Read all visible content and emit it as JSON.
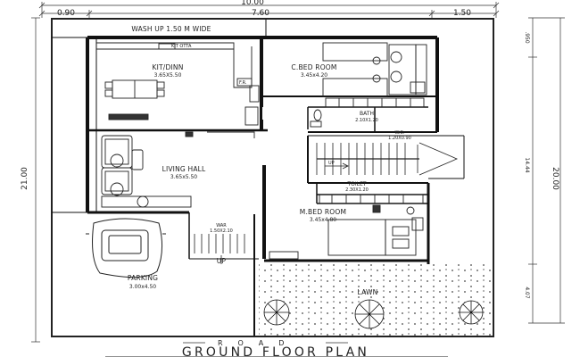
{
  "dimensions": {
    "overall_width": "10.00",
    "left_margin": "0.90",
    "main_width": "7.60",
    "right_margin": "1.50",
    "left_depth": "21.00",
    "right_depth": "20.00",
    "right_top": ".950",
    "right_mid": "14.44",
    "right_bottom": "4.07"
  },
  "rooms": {
    "wash_up": "WASH UP 1.50 M WIDE",
    "kit_otta": "KIT OTTA",
    "kitchen_name": "KIT/DINN",
    "kitchen_size": "3.65X5.50",
    "fr": "F.R.",
    "c_bed_name": "C.BED ROOM",
    "c_bed_size": "3.45x4.20",
    "bath_name": "BATH",
    "bath_size": "2.10X1.20",
    "wc_name": "W.C.",
    "wc_size": "1.20X0.90",
    "living_name": "LIVING HALL",
    "living_size": "3.65x5.50",
    "up_stair": "UP",
    "toilet_name": "TOILET",
    "toilet_size": "2.30X1.20",
    "m_bed_name": "M.BED ROOM",
    "m_bed_size": "3.45x4.80",
    "war_name": "WAR",
    "war_size": "1.50X2.10",
    "up_entry": "UP",
    "parking_name": "PARKING",
    "parking_size": "3.00x4.50",
    "lawn": "LAWN"
  },
  "road_label": "ROAD",
  "plan_title": "GROUND FLOOR PLAN"
}
